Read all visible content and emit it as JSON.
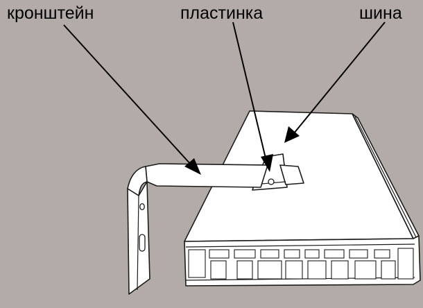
{
  "labels": {
    "bracket": "кронштейн",
    "plate": "пластинка",
    "rail": "шина"
  },
  "colors": {
    "background": "#b3aba7",
    "part_fill": "#ffffff",
    "outline": "#1b1b1b"
  }
}
